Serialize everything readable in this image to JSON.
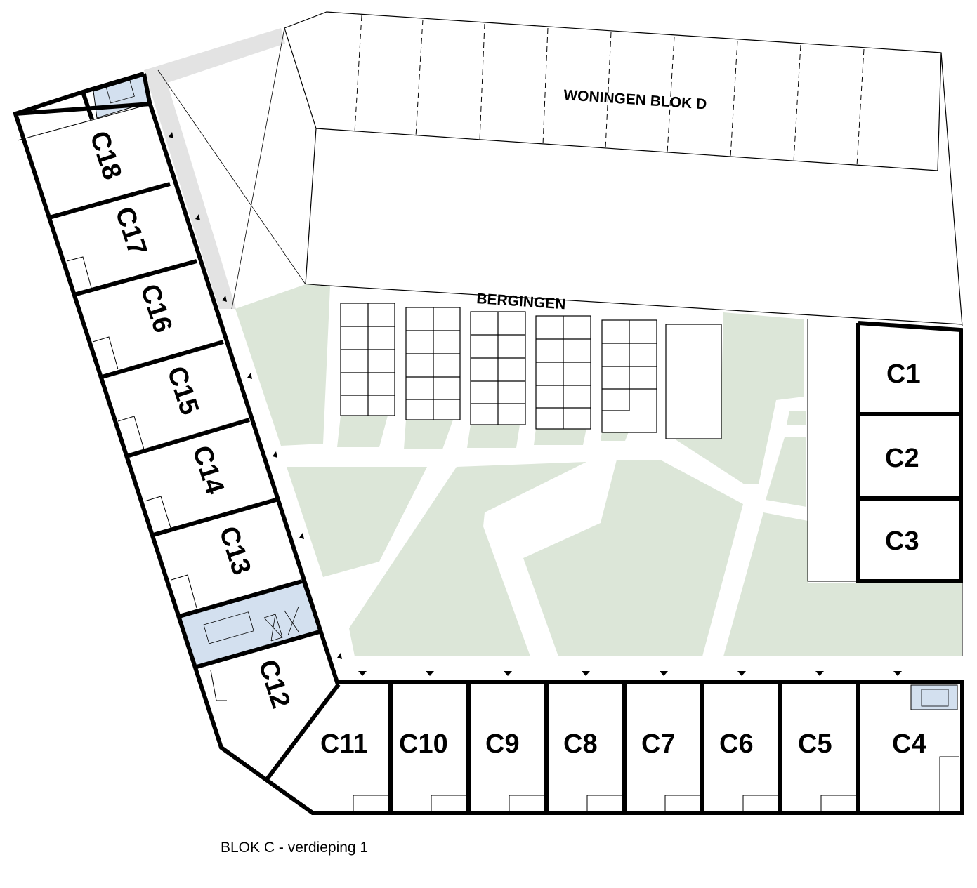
{
  "title": "BLOK C - verdieping 1",
  "labels": {
    "block_d": "WONINGEN BLOK D",
    "storage": "BERGINGEN"
  },
  "units": {
    "c1": "C1",
    "c2": "C2",
    "c3": "C3",
    "c4": "C4",
    "c5": "C5",
    "c6": "C6",
    "c7": "C7",
    "c8": "C8",
    "c9": "C9",
    "c10": "C10",
    "c11": "C11",
    "c12": "C12",
    "c13": "C13",
    "c14": "C14",
    "c15": "C15",
    "c16": "C16",
    "c17": "C17",
    "c18": "C18"
  },
  "colors": {
    "green": "#dce6d8",
    "stair_blue": "#d3e0ef",
    "corridor_gray": "#e3e3e3",
    "wall": "#000000"
  }
}
